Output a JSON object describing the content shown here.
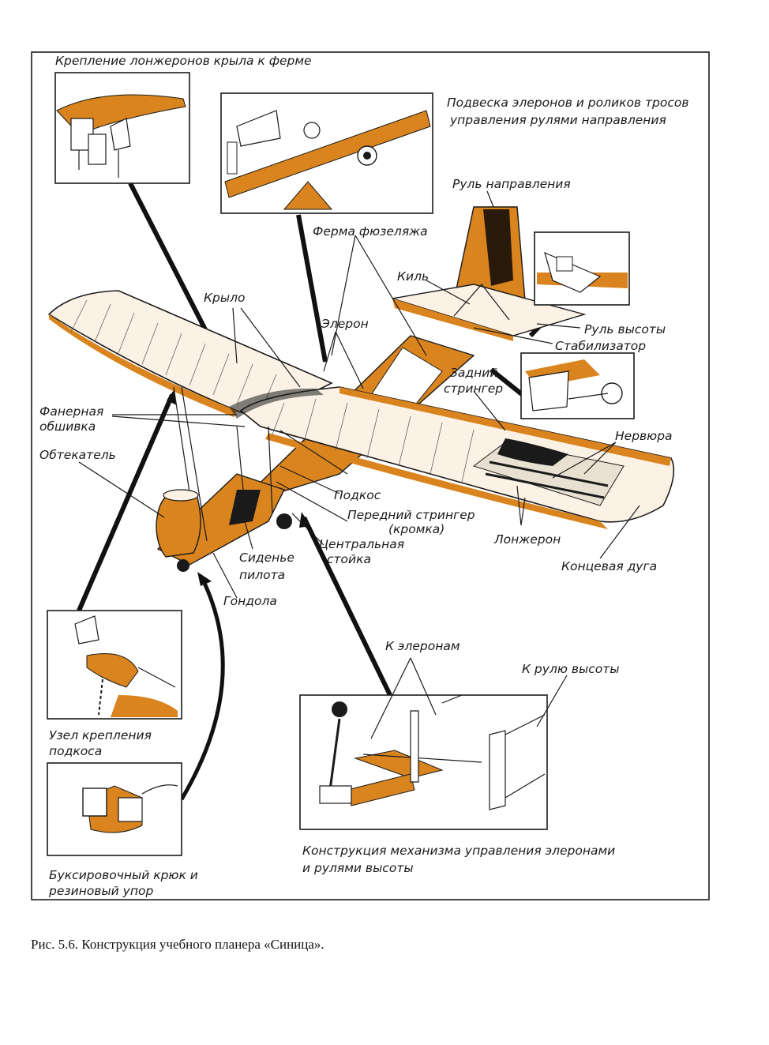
{
  "figure": {
    "caption": "Рис. 5.6. Конструкция учебного планера «Синица».",
    "accent_color": "#d9841e",
    "line_color": "#1a1a1a"
  },
  "labels": {
    "spar_mount": "Крепление лонжеронов крыла к ферме",
    "aileron_suspension_1": "Подвеска элеронов и роликов тросов",
    "aileron_suspension_2": "управления рулями направления",
    "rudder": "Руль направления",
    "fuselage_truss": "Ферма фюзеляжа",
    "fin": "Киль",
    "wing": "Крыло",
    "aileron": "Элерон",
    "elevator": "Руль высоты",
    "stabilizer": "Стабилизатор",
    "rear_stringer_1": "Задний",
    "rear_stringer_2": "стрингер",
    "plywood_1": "Фанерная",
    "plywood_2": "обшивка",
    "fairing": "Обтекатель",
    "rib": "Нервюра",
    "strut": "Подкос",
    "front_stringer_1": "Передний стрингер",
    "front_stringer_2": "(кромка)",
    "central_post_1": "Центральная",
    "central_post_2": "стойка",
    "seat_1": "Сиденье",
    "seat_2": "пилота",
    "gondola": "Гондола",
    "spar": "Лонжерон",
    "wingtip": "Концевая дуга",
    "to_ailerons": "К элеронам",
    "to_elevator": "К рулю высоты",
    "strut_joint_1": "Узел крепления",
    "strut_joint_2": "подкоса",
    "control_mech_1": "Конструкция механизма управления элеронами",
    "control_mech_2": "и рулями высоты",
    "tow_hook_1": "Буксировочный крюк и",
    "tow_hook_2": "резиновый упор"
  }
}
